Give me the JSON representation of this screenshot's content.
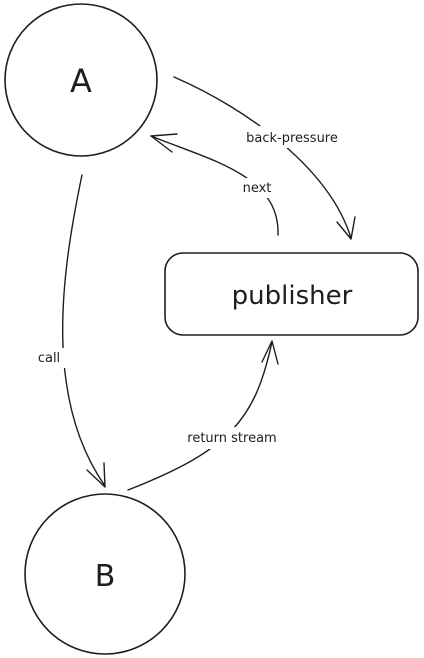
{
  "diagram": {
    "nodes": {
      "a": {
        "label": "A"
      },
      "b": {
        "label": "B"
      },
      "publisher": {
        "label": "publisher"
      }
    },
    "edges": {
      "back_pressure": {
        "label": "back-pressure"
      },
      "next": {
        "label": "next"
      },
      "call": {
        "label": "call"
      },
      "return_stream": {
        "label": "return stream"
      }
    }
  }
}
